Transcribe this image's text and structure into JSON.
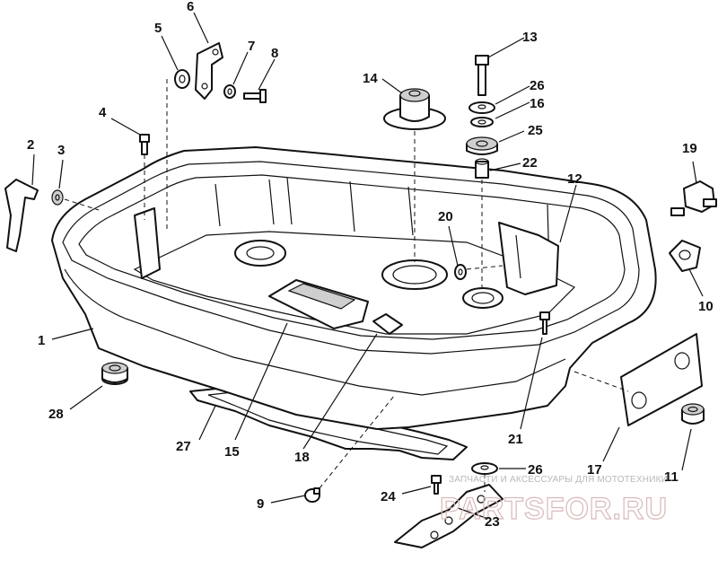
{
  "callouts": [
    {
      "id": "c1",
      "label": "1"
    },
    {
      "id": "c2",
      "label": "2"
    },
    {
      "id": "c3",
      "label": "3"
    },
    {
      "id": "c4",
      "label": "4"
    },
    {
      "id": "c5",
      "label": "5"
    },
    {
      "id": "c6",
      "label": "6"
    },
    {
      "id": "c7",
      "label": "7"
    },
    {
      "id": "c8",
      "label": "8"
    },
    {
      "id": "c9",
      "label": "9"
    },
    {
      "id": "c10",
      "label": "10"
    },
    {
      "id": "c11",
      "label": "11"
    },
    {
      "id": "c12",
      "label": "12"
    },
    {
      "id": "c13",
      "label": "13"
    },
    {
      "id": "c14",
      "label": "14"
    },
    {
      "id": "c15",
      "label": "15"
    },
    {
      "id": "c16",
      "label": "16"
    },
    {
      "id": "c17",
      "label": "17"
    },
    {
      "id": "c18",
      "label": "18"
    },
    {
      "id": "c19",
      "label": "19"
    },
    {
      "id": "c20",
      "label": "20"
    },
    {
      "id": "c21",
      "label": "21"
    },
    {
      "id": "c22",
      "label": "22"
    },
    {
      "id": "c23",
      "label": "23"
    },
    {
      "id": "c24",
      "label": "24"
    },
    {
      "id": "c25",
      "label": "25"
    },
    {
      "id": "c26a",
      "label": "26"
    },
    {
      "id": "c26b",
      "label": "26"
    },
    {
      "id": "c27",
      "label": "27"
    },
    {
      "id": "c28",
      "label": "28"
    }
  ],
  "watermark": {
    "tagline": "ЗАПЧАСТИ И АКСЕССУАРЫ ДЛЯ МОТОТЕХНИКИ",
    "brand": "PARTSFOR.RU"
  },
  "colors": {
    "ink": "#111111",
    "watermark": "#d9b9b9"
  }
}
